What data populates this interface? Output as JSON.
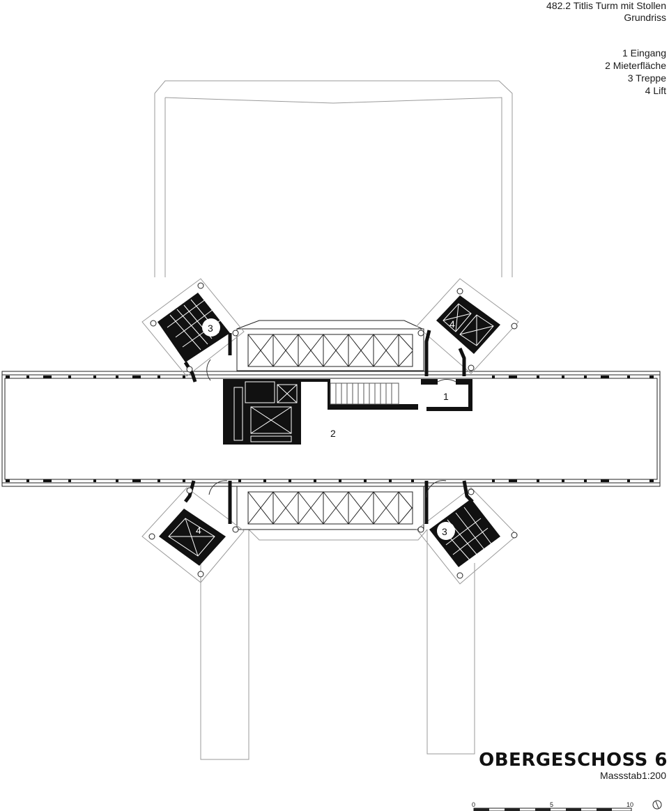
{
  "header": {
    "project": "482.2 Titlis Turm mit Stollen",
    "drawing_type": "Grundriss"
  },
  "legend": [
    "1 Eingang",
    "2 Mieterfläche",
    "3 Treppe",
    "4 Lift"
  ],
  "plan": {
    "labels": {
      "entrance": "1",
      "tenant_area": "2",
      "stair_nw": "3",
      "stair_se": "3",
      "lift_ne": "4",
      "lift_sw": "4"
    }
  },
  "footer": {
    "floor_title": "OBERGESCHOSS 6",
    "scale_text": "Massstab1:200",
    "scalebar": [
      "0",
      "5",
      "10"
    ]
  },
  "colors": {
    "line": "#222222",
    "solid": "#111111",
    "light": "#9a9a9a"
  }
}
